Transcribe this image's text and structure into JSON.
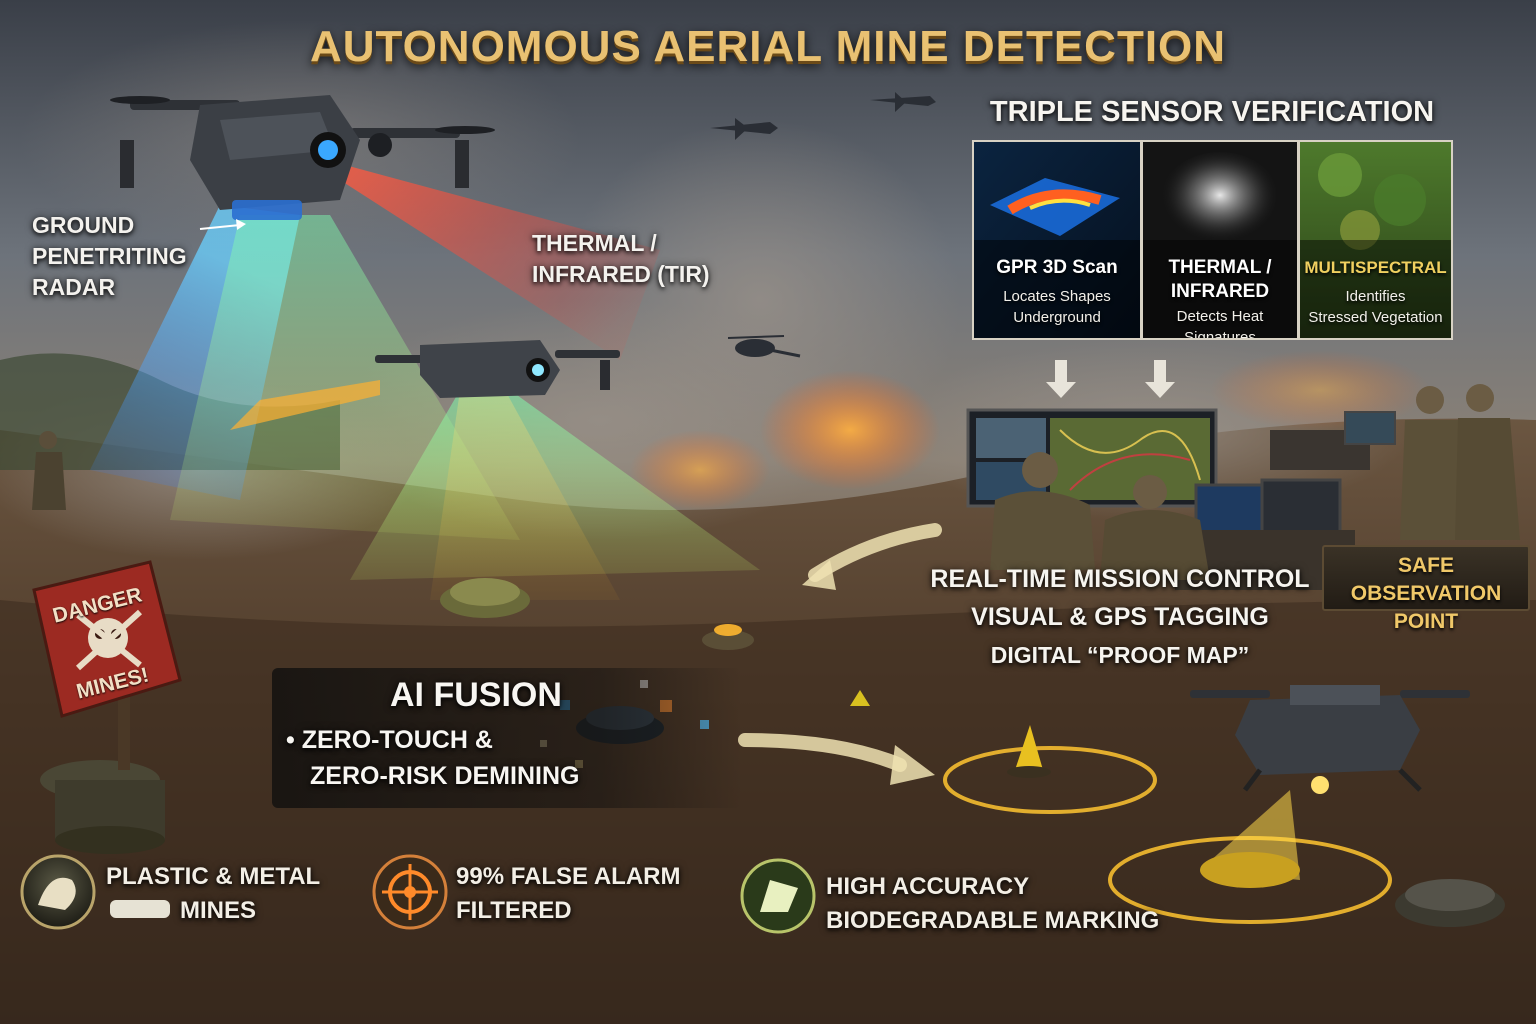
{
  "title": "AUTONOMOUS AERIAL MINE DETECTION",
  "labels": {
    "gpr": [
      "GROUND",
      "PENETRITING",
      "RADAR"
    ],
    "thermal": [
      "THERMAL /",
      "INFRARED (TIR)"
    ]
  },
  "sensor_verification": {
    "title": "TRIPLE SENSOR VERIFICATION",
    "panels": [
      {
        "heading": "GPR 3D Scan",
        "lines": [
          "Locates Shapes",
          "Underground"
        ],
        "heading_color": "#ffffff"
      },
      {
        "heading": [
          "THERMAL /",
          "INFRARED"
        ],
        "lines": [
          "Detects Heat",
          "Signatures"
        ],
        "heading_color": "#ffffff"
      },
      {
        "heading": "MULTISPECTRAL",
        "lines": [
          "Identifies",
          "Stressed Vegetation"
        ],
        "heading_color": "#f0d060"
      }
    ]
  },
  "mission_control": {
    "lines": [
      "REAL-TIME MISSION CONTROL",
      "VISUAL & GPS TAGGING",
      "DIGITAL “PROOF MAP”"
    ]
  },
  "safe_point": [
    "SAFE OBSERVATION",
    "POINT"
  ],
  "danger_sign": [
    "DANGER",
    "MINES!"
  ],
  "ai_fusion": {
    "title": "AI FUSION",
    "bullet": "•",
    "lines": [
      "ZERO-TOUCH &",
      "ZERO-RISK DEMINING"
    ]
  },
  "features": [
    {
      "lines": [
        "PLASTIC & METAL",
        "MINES"
      ],
      "icon": "mines-icon"
    },
    {
      "lines": [
        "99% FALSE ALARM",
        "FILTERED"
      ],
      "icon": "target-icon"
    },
    {
      "lines": [
        "HIGH ACCURACY",
        "BIODEGRADABLE MARKING"
      ],
      "icon": "marking-icon"
    }
  ],
  "colors": {
    "title_gold": "#e9c172",
    "accent_gold": "#f0c869",
    "sky": "#5b6470",
    "ground": "#5a4330",
    "beam_red": "#e84a3a",
    "beam_blue": "#4aa6ff",
    "beam_green": "#58e07a",
    "beam_yellow": "#ffd24a"
  }
}
